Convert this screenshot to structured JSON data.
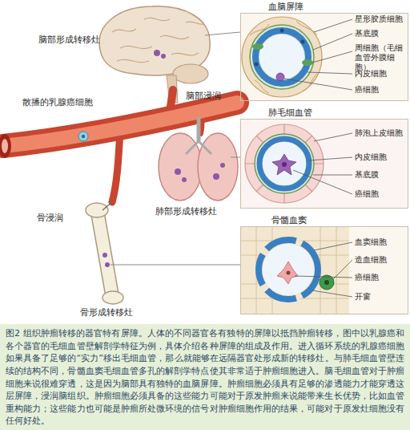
{
  "diagram": {
    "caption": "图2 组织肿瘤转移的器官特有屏障。人体的不同器官各有独特的屏障以抵挡肿瘤转移，图中以乳腺癌和各个器官的毛细血管壁解剖学特征为例，具体介绍各种屏障的组成及作用。进入循环系统的乳腺癌细胞如果具备了足够的“实力”移出毛细血管，那么就能够在远隔器官处形成新的转移灶。与肺毛细血管壁连续的结构不同，骨髓血窦毛细血管多孔的解剖学特点使其非常适于肿瘤细胞进入。脑毛细血管对于肿瘤细胞来说很难穿透，这是因为脑部具有独特的血脑屏障。肿瘤细胞必须具有足够的渗透能力才能穿透这层屏障，浸润脑组织。肿瘤细胞必须具备的这些能力可能对于原发肿瘤来说能带来生长优势，比如血管重构能力；这些能力也可能是肿瘤所处微环境的信号对肿瘤细胞作用的结果，可能对于原发灶细胞没有任何好处。",
    "nodes": [
      {
        "text": [
          "血脑屏障"
        ]
      },
      {
        "text": [
          "肺毛细血管"
        ]
      },
      {
        "text": [
          "骨髓血窦"
        ]
      }
    ],
    "labels": [
      "脑部形成转移灶",
      "脑部浸润",
      "散播的乳腺癌细胞",
      "肺部形成转移灶",
      "骨浸润",
      "骨形成转移灶",
      "星形胶质细胞",
      "基底膜",
      "周细胞（毛细血管外膜细胞）",
      "内皮细胞",
      "癌细胞",
      "肺泡上皮细胞",
      "内皮细胞",
      "基底膜",
      "癌细胞",
      "血窦细胞",
      "造血细胞",
      "癌细胞",
      "开窗"
    ]
  }
}
